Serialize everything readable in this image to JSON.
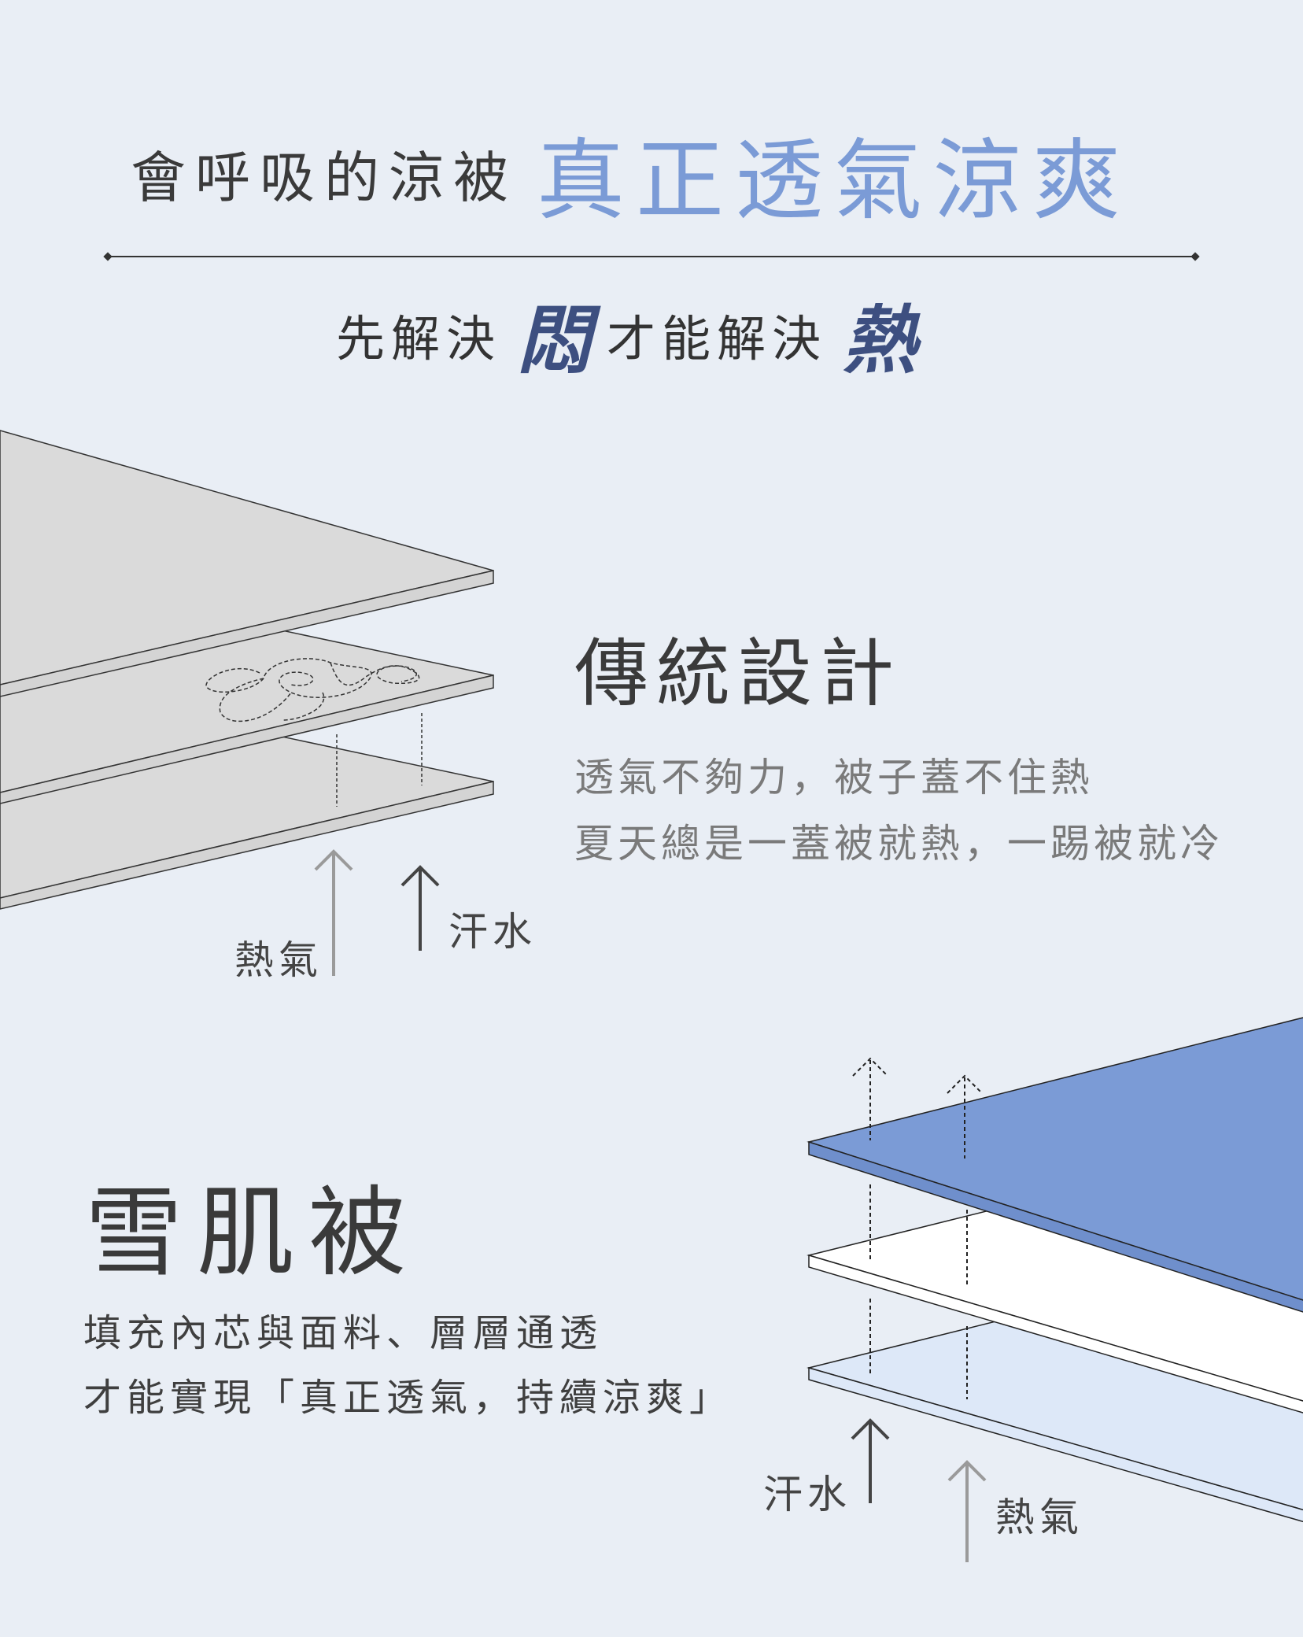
{
  "header": {
    "title_lead": "會呼吸的涼被",
    "title_highlight": "真正透氣涼爽",
    "subtitle": {
      "part1": "先解決",
      "keyword1": "悶",
      "part2": "才能解決",
      "keyword2": "熱"
    }
  },
  "traditional": {
    "title": "傳統設計",
    "lines": [
      "透氣不夠力，被子蓋不住熱",
      "夏天總是一蓋被就熱，一踢被就冷"
    ],
    "label_heat": "熱氣",
    "label_sweat": "汗水"
  },
  "snow": {
    "title": "雪肌被",
    "lines": [
      "填充內芯與面料、層層通透",
      "才能實現「真正透氣，持續涼爽」"
    ],
    "label_sweat": "汗水",
    "label_heat": "熱氣"
  },
  "colors": {
    "background": "#e9eef5",
    "accent_blue": "#7b9bd6",
    "keyword_navy": "#3d4f80",
    "layer_gray": "#dadada",
    "layer_light_blue": "#dde8f8"
  }
}
